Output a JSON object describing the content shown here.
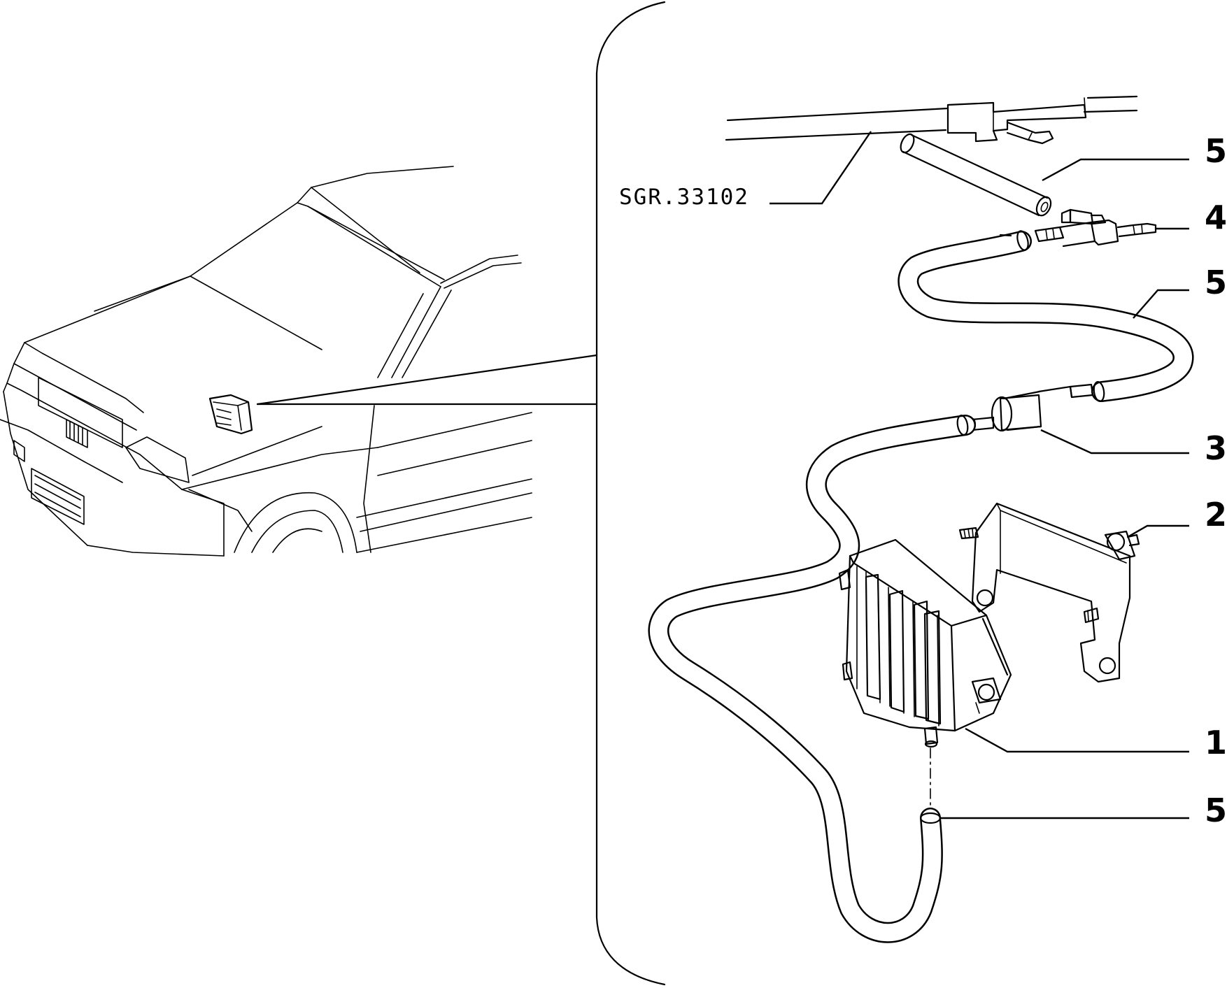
{
  "diagram": {
    "reference_code": "SGR.33102",
    "callouts": [
      {
        "id": "hose-top",
        "label": "5"
      },
      {
        "id": "tee-connector",
        "label": "4"
      },
      {
        "id": "hose-middle",
        "label": "5"
      },
      {
        "id": "filter",
        "label": "3"
      },
      {
        "id": "bracket",
        "label": "2"
      },
      {
        "id": "control-unit",
        "label": "1"
      },
      {
        "id": "hose-bottom",
        "label": "5"
      }
    ]
  }
}
